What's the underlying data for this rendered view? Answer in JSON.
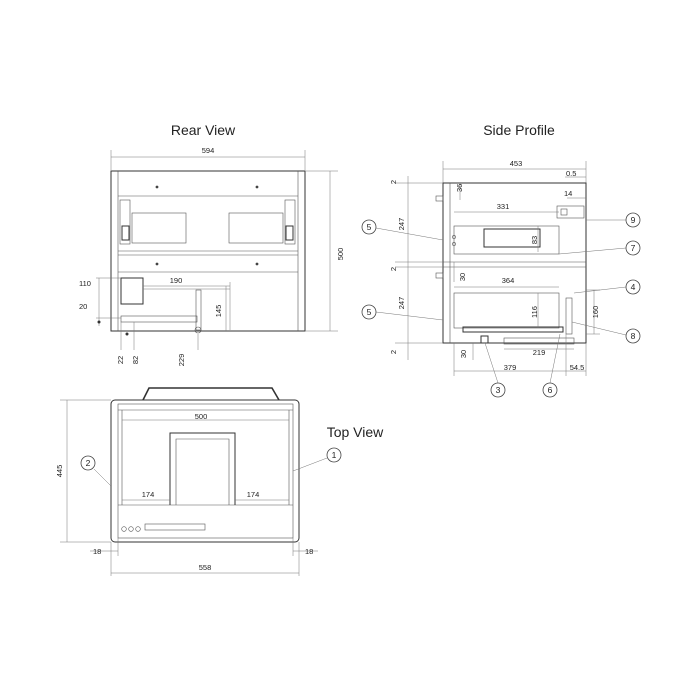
{
  "views": {
    "rear": {
      "title": "Rear View",
      "dims": {
        "width": "594",
        "height": "500",
        "d110": "110",
        "d20": "20",
        "d190": "190",
        "d145": "145",
        "d22": "22",
        "d82": "82",
        "d229": "229"
      }
    },
    "side": {
      "title": "Side Profile",
      "dims": {
        "depth": "453",
        "d0_5": "0.5",
        "d2_top": "2",
        "d36": "36",
        "d14": "14",
        "d331": "331",
        "d247_top": "247",
        "d83": "83",
        "d2_mid": "2",
        "d30_top": "30",
        "d364": "364",
        "d247_bottom": "247",
        "d116": "116",
        "d160": "160",
        "d2_bottom": "2",
        "d30_bottom": "30",
        "d219": "219",
        "d379": "379",
        "d54_5": "54.5"
      },
      "callouts": [
        "9",
        "7",
        "4",
        "8",
        "3",
        "6",
        "5",
        "5"
      ]
    },
    "top": {
      "title": "Top View",
      "dims": {
        "d500": "500",
        "d445": "445",
        "d174_left": "174",
        "d174_right": "174",
        "d18_left": "18",
        "d18_right": "18",
        "d558": "558"
      },
      "callouts": [
        "1",
        "2"
      ]
    }
  }
}
